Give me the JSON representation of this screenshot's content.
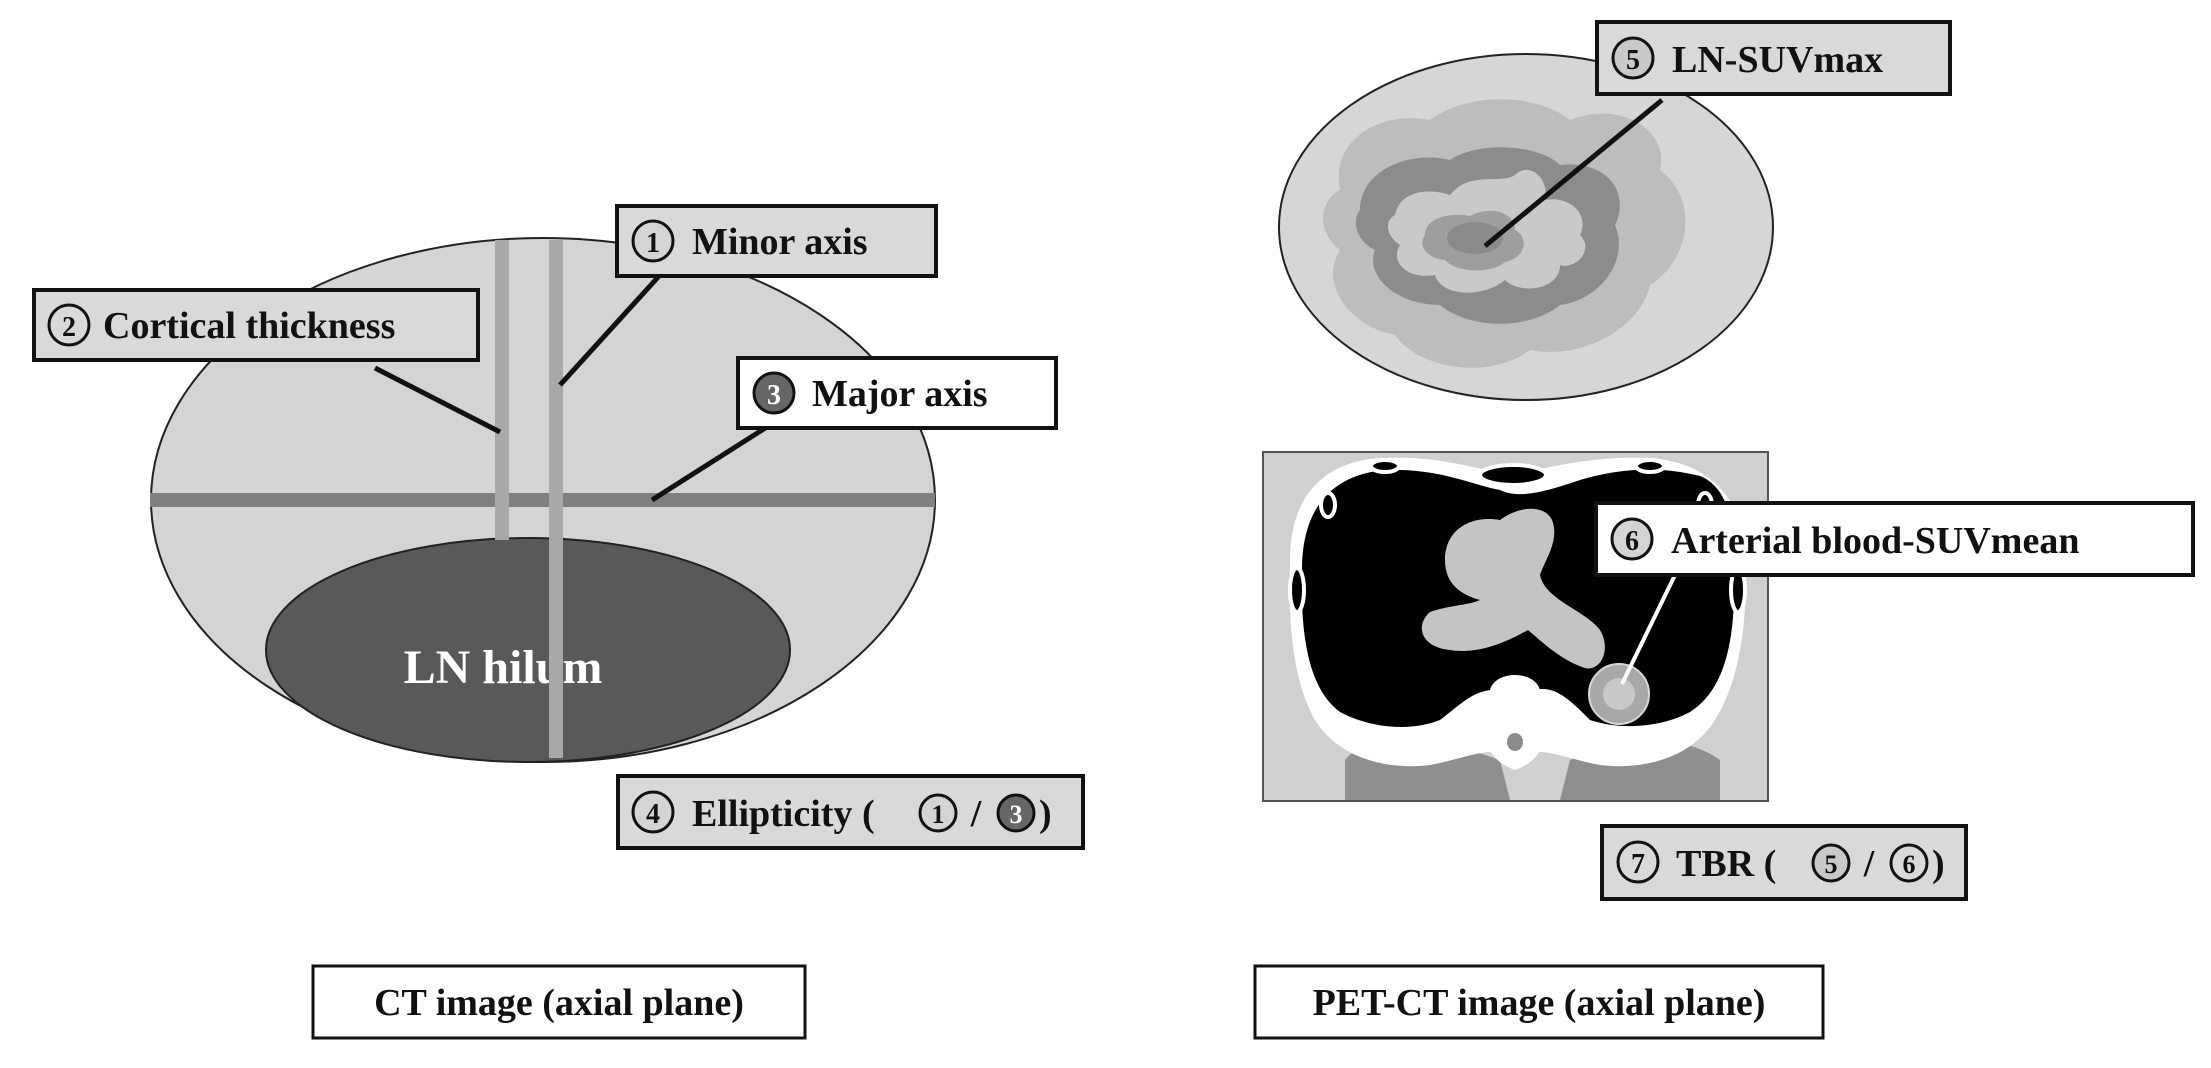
{
  "ct_panel": {
    "hilum_text": "LN hilum",
    "label_minor": {
      "num": "1",
      "text": "Minor axis"
    },
    "label_cortical": {
      "num": "2",
      "text": "Cortical thickness"
    },
    "label_major": {
      "num": "3",
      "text": "Major axis"
    },
    "label_ellipticity": {
      "num": "4",
      "prefix": "Ellipticity (",
      "a": "1",
      "sep": "/",
      "b": "3",
      "suffix": ")"
    },
    "caption": "CT image (axial plane)"
  },
  "pet_panel": {
    "label_suvmax": {
      "num": "5",
      "text": "LN-SUVmax"
    },
    "label_blood": {
      "num": "6",
      "text": "Arterial blood-SUVmean"
    },
    "label_tbr": {
      "num": "7",
      "prefix": "TBR (",
      "a": "5",
      "sep": "/",
      "b": "6",
      "suffix": ")"
    },
    "caption": "PET-CT image (axial plane)"
  },
  "colors": {
    "node_fill": "#d4d4d4",
    "hilum_fill": "#595959",
    "axis_line": "#8a8a8a",
    "label_box": "#d9d9d9",
    "ink": "#111111"
  }
}
